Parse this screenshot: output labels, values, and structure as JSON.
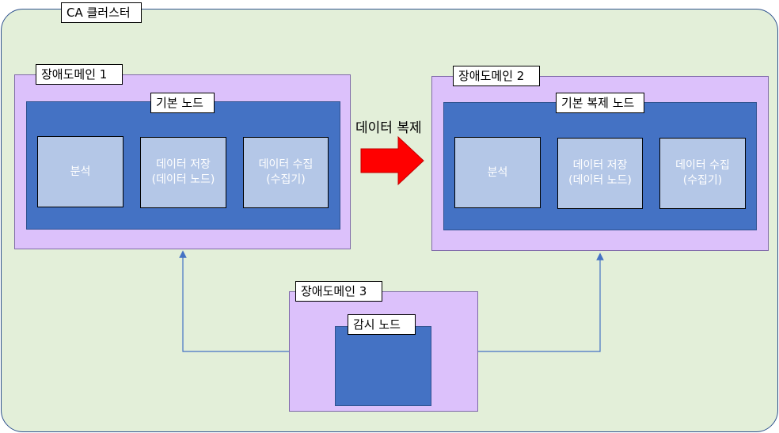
{
  "cluster": {
    "label": "CA 클러스터"
  },
  "domain1": {
    "label": "장애도메인 1",
    "node": {
      "label": "기본 노드",
      "components": [
        {
          "line1": "분석",
          "line2": ""
        },
        {
          "line1": "데이터 저장",
          "line2": "(데이터 노드)"
        },
        {
          "line1": "데이터 수집",
          "line2": "(수집기)"
        }
      ]
    }
  },
  "domain2": {
    "label": "장애도메인 2",
    "node": {
      "label": "기본 복제 노드",
      "components": [
        {
          "line1": "분석",
          "line2": ""
        },
        {
          "line1": "데이터 저장",
          "line2": "(데이터 노드)"
        },
        {
          "line1": "데이터 수집",
          "line2": "(수집기)"
        }
      ]
    }
  },
  "domain3": {
    "label": "장애도메인 3",
    "node": {
      "label": "감시 노드"
    }
  },
  "replication": {
    "label": "데이터 복제",
    "arrow_color": "#ff0000"
  },
  "colors": {
    "cluster_bg": "#e3efd9",
    "domain_bg": "#dcc1fb",
    "node_bg": "#4472c4",
    "component_bg": "#b4c7e7",
    "connector": "#4472c4"
  }
}
